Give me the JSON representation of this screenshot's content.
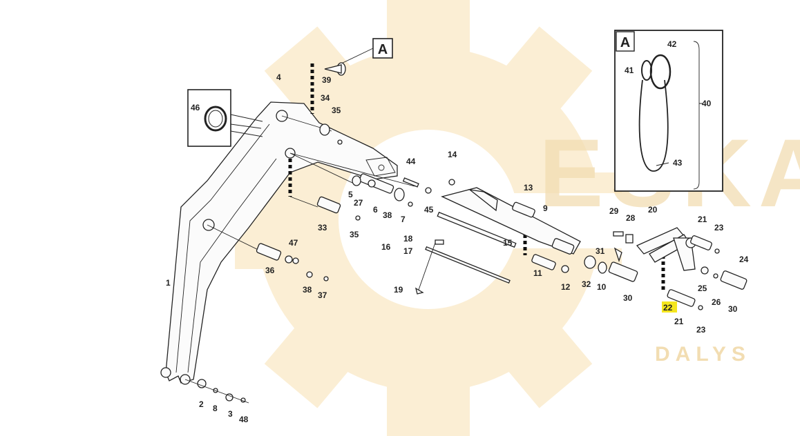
{
  "watermark": {
    "brand": "ESKA",
    "sub": "DALYS",
    "color": "#f2ddb2"
  },
  "highlight_color": "#f5e61e",
  "inset": {
    "title": "A"
  },
  "detail_letter": "A",
  "labels": {
    "l1": "1",
    "l2": "2",
    "l3": "3",
    "l4": "4",
    "l5": "5",
    "l6": "6",
    "l7": "7",
    "l8": "8",
    "l9": "9",
    "l10": "10",
    "l11": "11",
    "l12": "12",
    "l13": "13",
    "l14": "14",
    "l15": "15",
    "l16": "16",
    "l17": "17",
    "l18": "18",
    "l19": "19",
    "l20": "20",
    "l21a": "21",
    "l21b": "21",
    "l22": "22",
    "l23a": "23",
    "l23b": "23",
    "l24": "24",
    "l25": "25",
    "l26": "26",
    "l27": "27",
    "l28": "28",
    "l29": "29",
    "l30a": "30",
    "l30b": "30",
    "l31": "31",
    "l32": "32",
    "l33": "33",
    "l34": "34",
    "l35a": "35",
    "l35b": "35",
    "l36": "36",
    "l37": "37",
    "l38a": "38",
    "l38b": "38",
    "l39": "39",
    "l40": "40",
    "l41": "41",
    "l42": "42",
    "l43": "43",
    "l44": "44",
    "l45": "45",
    "l46": "46",
    "l47": "47",
    "l48": "48"
  }
}
